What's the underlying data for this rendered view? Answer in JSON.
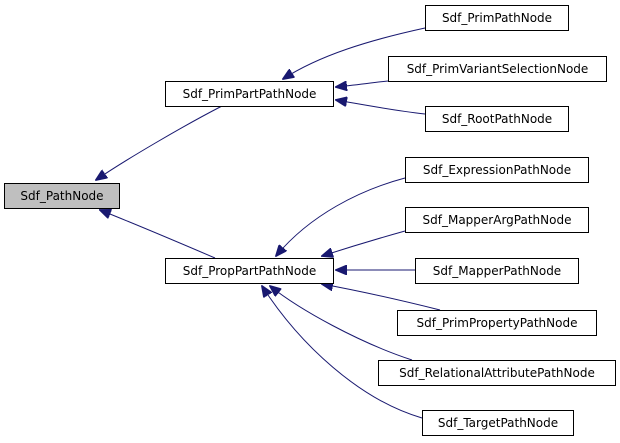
{
  "diagram": {
    "colors": {
      "edge": "#191970",
      "node_border": "#000000",
      "node_fill": "#ffffff",
      "highlight_fill": "#bfbfbf",
      "background": "#ffffff"
    },
    "nodes": [
      {
        "id": "path-node",
        "label": "Sdf_PathNode",
        "highlight": true
      },
      {
        "id": "prim-part-path-node",
        "label": "Sdf_PrimPartPathNode",
        "highlight": false
      },
      {
        "id": "prop-part-path-node",
        "label": "Sdf_PropPartPathNode",
        "highlight": false
      },
      {
        "id": "prim-path-node",
        "label": "Sdf_PrimPathNode",
        "highlight": false
      },
      {
        "id": "prim-variant-selection-node",
        "label": "Sdf_PrimVariantSelectionNode",
        "highlight": false
      },
      {
        "id": "root-path-node",
        "label": "Sdf_RootPathNode",
        "highlight": false
      },
      {
        "id": "expression-path-node",
        "label": "Sdf_ExpressionPathNode",
        "highlight": false
      },
      {
        "id": "mapper-arg-path-node",
        "label": "Sdf_MapperArgPathNode",
        "highlight": false
      },
      {
        "id": "mapper-path-node",
        "label": "Sdf_MapperPathNode",
        "highlight": false
      },
      {
        "id": "prim-property-path-node",
        "label": "Sdf_PrimPropertyPathNode",
        "highlight": false
      },
      {
        "id": "relational-attribute-path-node",
        "label": "Sdf_RelationalAttributePathNode",
        "highlight": false
      },
      {
        "id": "target-path-node",
        "label": "Sdf_TargetPathNode",
        "highlight": false
      }
    ],
    "edges": [
      {
        "from": "prim-part-path-node",
        "to": "path-node"
      },
      {
        "from": "prop-part-path-node",
        "to": "path-node"
      },
      {
        "from": "prim-path-node",
        "to": "prim-part-path-node"
      },
      {
        "from": "prim-variant-selection-node",
        "to": "prim-part-path-node"
      },
      {
        "from": "root-path-node",
        "to": "prim-part-path-node"
      },
      {
        "from": "expression-path-node",
        "to": "prop-part-path-node"
      },
      {
        "from": "mapper-arg-path-node",
        "to": "prop-part-path-node"
      },
      {
        "from": "mapper-path-node",
        "to": "prop-part-path-node"
      },
      {
        "from": "prim-property-path-node",
        "to": "prop-part-path-node"
      },
      {
        "from": "relational-attribute-path-node",
        "to": "prop-part-path-node"
      },
      {
        "from": "target-path-node",
        "to": "prop-part-path-node"
      }
    ]
  }
}
